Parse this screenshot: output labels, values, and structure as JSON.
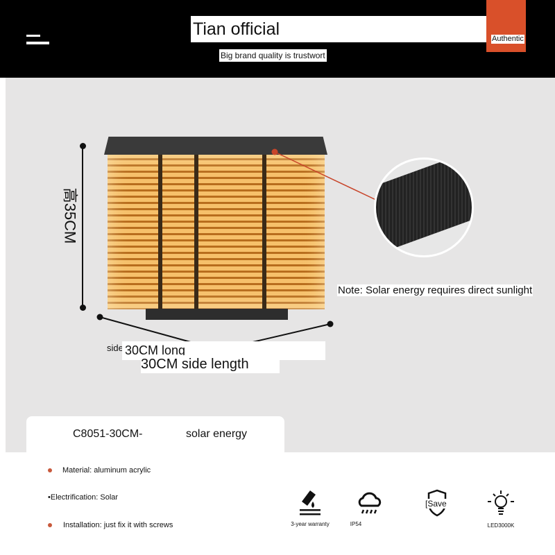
{
  "header": {
    "title": "Tian official",
    "slogan": "Big brand quality is trustwort",
    "badge": "Authentic",
    "badge_color": "#d9502a"
  },
  "product": {
    "height_label": "高35CM",
    "note": "Note: Solar energy requires direct sunlight",
    "side_fragment": "side",
    "side_label_overlap": "30CM long",
    "side_label": "30CM side length",
    "model": "C8051-30CM-",
    "type": "solar energy"
  },
  "specs": [
    {
      "text": "Material: aluminum   acrylic"
    },
    {
      "text": "•Electrification: Solar"
    },
    {
      "text": "Installation: just fix it with screws"
    }
  ],
  "features": [
    {
      "icon": "waterproof-icon",
      "label": "3-year warranty"
    },
    {
      "icon": "rain-cloud-icon",
      "label": "IP54"
    },
    {
      "icon": "shield-icon",
      "label": "[Save"
    },
    {
      "icon": "light-bulb-icon",
      "label": "LED3000K"
    }
  ]
}
